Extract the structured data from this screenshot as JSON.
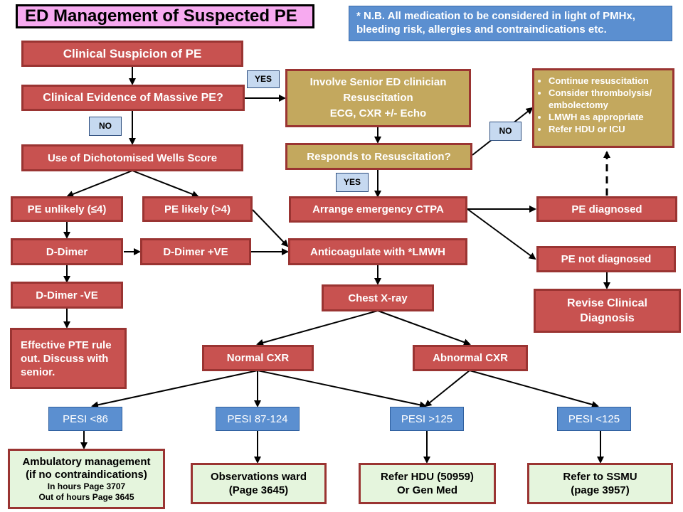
{
  "title": "ED Management of Suspected PE",
  "note": "* N.B. All medication to be considered in light of PMHx, bleeding risk, allergies and contraindications etc.",
  "labels": {
    "yes": "YES",
    "no": "NO"
  },
  "nodes": {
    "suspicion": "Clinical Suspicion of PE",
    "massive": "Clinical Evidence of Massive PE?",
    "involve_senior": "Involve Senior ED clinician\nResuscitation\nECG, CXR +/- Echo",
    "responds": "Responds to Resuscitation?",
    "wells": "Use of Dichotomised Wells Score",
    "pe_unlikely": "PE unlikely (≤4)",
    "pe_likely": "PE likely (>4)",
    "ddimer": "D-Dimer",
    "ddimer_pos": "D-Dimer +VE",
    "ddimer_neg": "D-Dimer -VE",
    "rule_out": "Effective PTE rule\nout. Discuss with\nsenior.",
    "ctpa": "Arrange emergency CTPA",
    "anticoag": "Anticoagulate with *LMWH",
    "chest_xray": "Chest X-ray",
    "normal_cxr": "Normal CXR",
    "abnormal_cxr": "Abnormal CXR",
    "pe_diagnosed": "PE diagnosed",
    "pe_not_diagnosed": "PE not diagnosed",
    "revise": "Revise Clinical\nDiagnosis",
    "pesi_86": "PESI <86",
    "pesi_87_124": "PESI 87-124",
    "pesi_125_plus": "PESI >125",
    "pesi_125_minus": "PESI <125",
    "ambulatory_title": "Ambulatory management\n(if no contraindications)",
    "ambulatory_line1": "In hours Page 3707",
    "ambulatory_line2": "Out of hours Page 3645",
    "obs_ward": "Observations ward\n(Page 3645)",
    "refer_hdu": "Refer HDU (50959)\nOr Gen Med",
    "refer_ssmu": "Refer to SSMU\n(page 3957)"
  },
  "treatment_bullets": [
    "Continue resuscitation",
    "Consider thrombolysis/ embolectomy",
    "LMWH as appropriate",
    "Refer HDU or ICU"
  ],
  "colors": {
    "red_box": "#c85250",
    "gold_box": "#c3a85e",
    "blue_box": "#5b8fd0",
    "green_box": "#e5f5dd",
    "title_bg": "#f7aaf0",
    "tag_bg": "#c6d9f0"
  }
}
